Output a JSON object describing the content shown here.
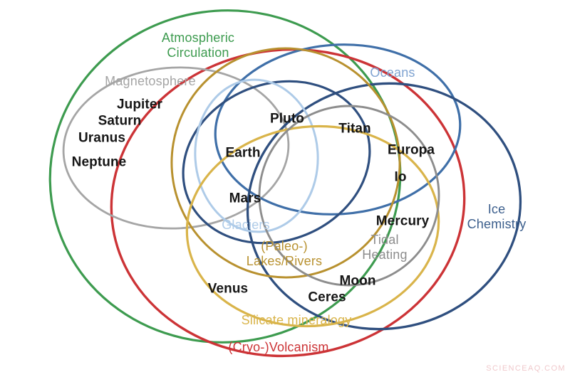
{
  "chart_data": {
    "type": "diagram",
    "diagram_type": "venn",
    "title": "",
    "description": "Overlapping-ellipse Venn diagram mapping planetary bodies to the geophysical processes they exhibit",
    "set_labels": [
      "Atmospheric Circulation",
      "Magnetosphere",
      "Oceans",
      "Ice Chemistry",
      "Glaciers",
      "(Paleo-) Lakes/Rivers",
      "Silicate mineralogy",
      "Tidal Heating",
      "(Cryo-)Volcanism"
    ],
    "members": [
      "Jupiter",
      "Saturn",
      "Uranus",
      "Neptune",
      "Pluto",
      "Titan",
      "Earth",
      "Europa",
      "Io",
      "Mars",
      "Mercury",
      "Moon",
      "Ceres",
      "Venus"
    ]
  },
  "sets": [
    {
      "id": "atmospheric_circulation",
      "label_line1": "Atmospheric",
      "label_line2": "Circulation",
      "color": "#3d9b4f"
    },
    {
      "id": "magnetosphere",
      "label_line1": "Magnetosphere",
      "label_line2": "",
      "color": "#a5a5a5"
    },
    {
      "id": "oceans",
      "label_line1": "Oceans",
      "label_line2": "",
      "color": "#7fa3d1"
    },
    {
      "id": "ice_chemistry",
      "label_line1": "Ice",
      "label_line2": "Chemistry",
      "color": "#3b5e8c"
    },
    {
      "id": "glaciers",
      "label_line1": "Glaciers",
      "label_line2": "",
      "color": "#aecbe8"
    },
    {
      "id": "paleo_lakes_rivers",
      "label_line1": "(Paleo-)",
      "label_line2": "Lakes/Rivers",
      "color": "#b8912f"
    },
    {
      "id": "silicate_mineralogy",
      "label_line1": "Silicate mineralogy",
      "label_line2": "",
      "color": "#d9b44a"
    },
    {
      "id": "tidal_heating",
      "label_line1": "Tidal",
      "label_line2": "Heating",
      "color": "#8d8d8d"
    },
    {
      "id": "cryo_volcanism",
      "label_line1": "(Cryo-)Volcanism",
      "label_line2": "",
      "color": "#cc3336"
    }
  ],
  "set_labels": {
    "atmospheric_circulation_l1": "Atmospheric",
    "atmospheric_circulation_l2": "Circulation",
    "magnetosphere": "Magnetosphere",
    "oceans": "Oceans",
    "ice_chemistry_l1": "Ice",
    "ice_chemistry_l2": "Chemistry",
    "glaciers": "Glaciers",
    "paleo_lakes_rivers_l1": "(Paleo-)",
    "paleo_lakes_rivers_l2": "Lakes/Rivers",
    "silicate_mineralogy": "Silicate mineralogy",
    "tidal_heating_l1": "Tidal",
    "tidal_heating_l2": "Heating",
    "cryo_volcanism": "(Cryo-)Volcanism"
  },
  "bodies": {
    "jupiter": "Jupiter",
    "saturn": "Saturn",
    "uranus": "Uranus",
    "neptune": "Neptune",
    "pluto": "Pluto",
    "titan": "Titan",
    "earth": "Earth",
    "europa": "Europa",
    "io": "Io",
    "mars": "Mars",
    "mercury": "Mercury",
    "moon": "Moon",
    "ceres": "Ceres",
    "venus": "Venus"
  },
  "watermark": {
    "text": "SCIENCEAQ.COM",
    "color": "#f0c9cc"
  },
  "colors": {
    "green": "#3d9b4f",
    "gray_light": "#a5a5a5",
    "gray_dark": "#8d8d8d",
    "red": "#cc3336",
    "blue_medium": "#3f6fa8",
    "blue_navy": "#2f4f7f",
    "blue_light": "#aecbe8",
    "blue_label": "#7fa3d1",
    "gold_dark": "#b8912f",
    "gold_light": "#d9b44a",
    "body_text": "#161616",
    "background": "#ffffff"
  }
}
